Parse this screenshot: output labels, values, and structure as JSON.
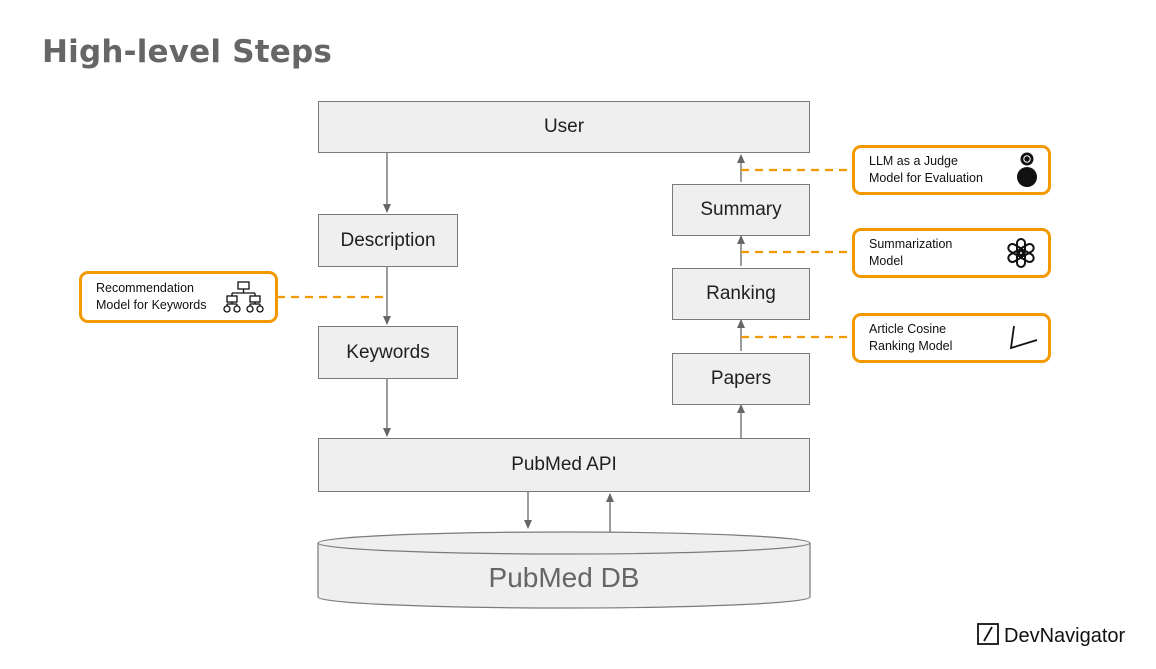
{
  "page": {
    "title": "High-level Steps"
  },
  "nodes": {
    "user": "User",
    "description": "Description",
    "keywords": "Keywords",
    "pubmed_api": "PubMed API",
    "pubmed_db": "PubMed DB",
    "papers": "Papers",
    "ranking": "Ranking",
    "summary": "Summary"
  },
  "callouts": {
    "recommendation": {
      "line1": "Recommendation",
      "line2": "Model for Keywords",
      "icon": "hierarchy-icon"
    },
    "llm_judge": {
      "line1": "LLM as a Judge",
      "line2": "Model for Evaluation",
      "icon": "judge-figure-icon"
    },
    "summarization": {
      "line1": "Summarization",
      "line2": "Model",
      "icon": "openai-logo-icon"
    },
    "cosine": {
      "line1": "Article Cosine",
      "line2": "Ranking Model",
      "icon": "angle-icon"
    }
  },
  "brand": {
    "name": "DevNavigator",
    "icon": "slash-box-icon"
  },
  "colors": {
    "accent": "#f29900",
    "box_fill": "#efefef",
    "box_border": "#7a7a7a",
    "arrow": "#666666",
    "title": "#666666"
  }
}
